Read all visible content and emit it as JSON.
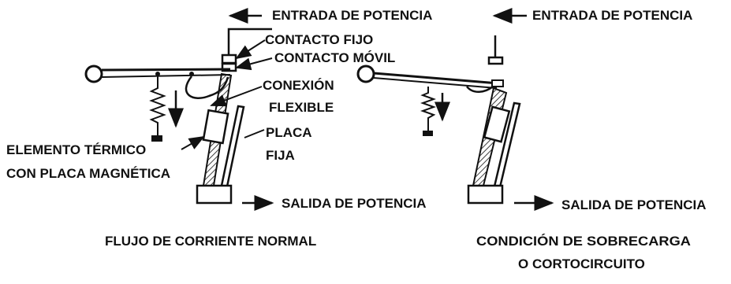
{
  "labels": {
    "entrada_left": "ENTRADA DE POTENCIA",
    "contacto_fijo": "CONTACTO FIJO",
    "contacto_movil": "CONTACTO MÓVIL",
    "conexion": "CONEXIÓN",
    "flexible": "FLEXIBLE",
    "placa": "PLACA",
    "fija": "FIJA",
    "elemento_1": "ELEMENTO TÉRMICO",
    "elemento_2": "CON PLACA MAGNÉTICA",
    "salida_left": "SALIDA DE POTENCIA",
    "entrada_right": "ENTRADA DE POTENCIA",
    "salida_right": "SALIDA DE POTENCIA"
  },
  "captions": {
    "normal": "FLUJO DE CORRIENTE NORMAL",
    "overload_1": "CONDICIÓN DE SOBRECARGA",
    "overload_2": "O CORTOCIRCUITO"
  }
}
